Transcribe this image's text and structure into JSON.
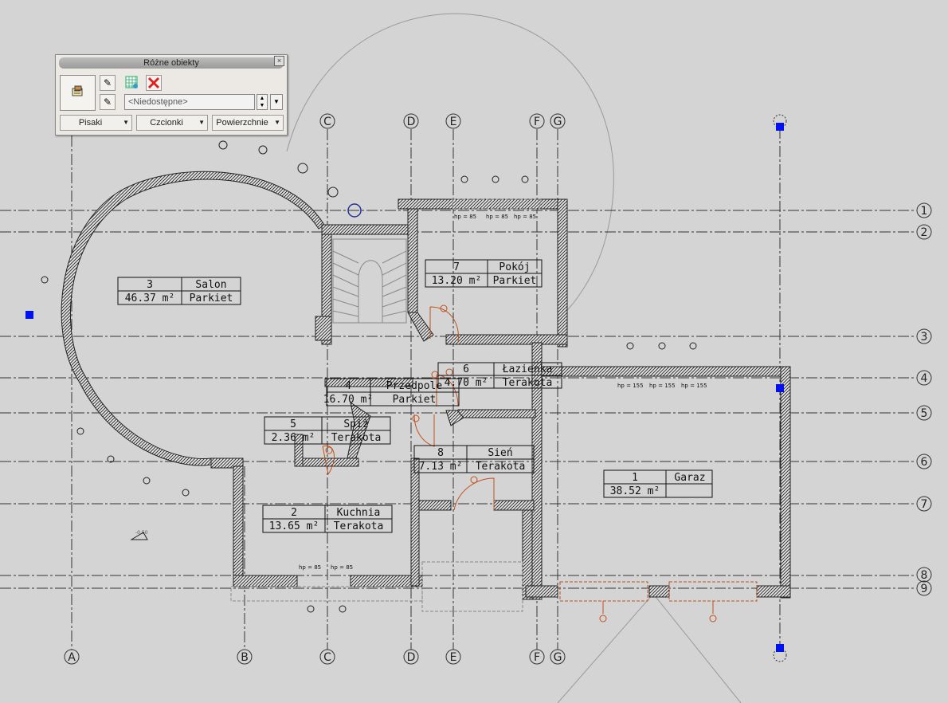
{
  "palette": {
    "title": "Różne obiekty",
    "combo_value": "<Niedostępne>",
    "menus": [
      "Pisaki",
      "Czcionki",
      "Powierzchnie"
    ],
    "icons": {
      "properties": "object-properties-icon",
      "brush_top": "brush-icon",
      "brush_bottom": "brush-settings-icon",
      "grid": "select-grid-icon",
      "delete": "delete-x-icon"
    }
  },
  "axes": {
    "columns": [
      "A",
      "B",
      "C",
      "D",
      "E",
      "F",
      "G"
    ],
    "rows": [
      "1",
      "2",
      "3",
      "4",
      "5",
      "6",
      "7",
      "8",
      "9"
    ]
  },
  "rooms": [
    {
      "number": "1",
      "name": "Garaz",
      "area": "38.52 m²",
      "floor": ""
    },
    {
      "number": "2",
      "name": "Kuchnia",
      "area": "13.65 m²",
      "floor": "Terakota"
    },
    {
      "number": "3",
      "name": "Salon",
      "area": "46.37 m²",
      "floor": "Parkiet"
    },
    {
      "number": "4",
      "name": "Przedpole",
      "area": "16.70 m²",
      "floor": "Parkiet"
    },
    {
      "number": "5",
      "name": "Spiż",
      "area": "2.36 m²",
      "floor": "Terakota"
    },
    {
      "number": "6",
      "name": "Łazienka",
      "area": "4.70 m²",
      "floor": "Terakota"
    },
    {
      "number": "7",
      "name": "Pokój",
      "area": "13.20 m²",
      "floor": "Parkiet"
    },
    {
      "number": "8",
      "name": "Sień",
      "area": "7.13 m²",
      "floor": "Terakota"
    }
  ],
  "annotations": {
    "window_label": "hp = 85",
    "window_label_garage": "hp = 155",
    "level_mark": "-0.50"
  },
  "colors": {
    "background": "#d4d4d4",
    "wall": "#3a3a3a",
    "door": "#c0501a",
    "grip": "#0010ee"
  }
}
